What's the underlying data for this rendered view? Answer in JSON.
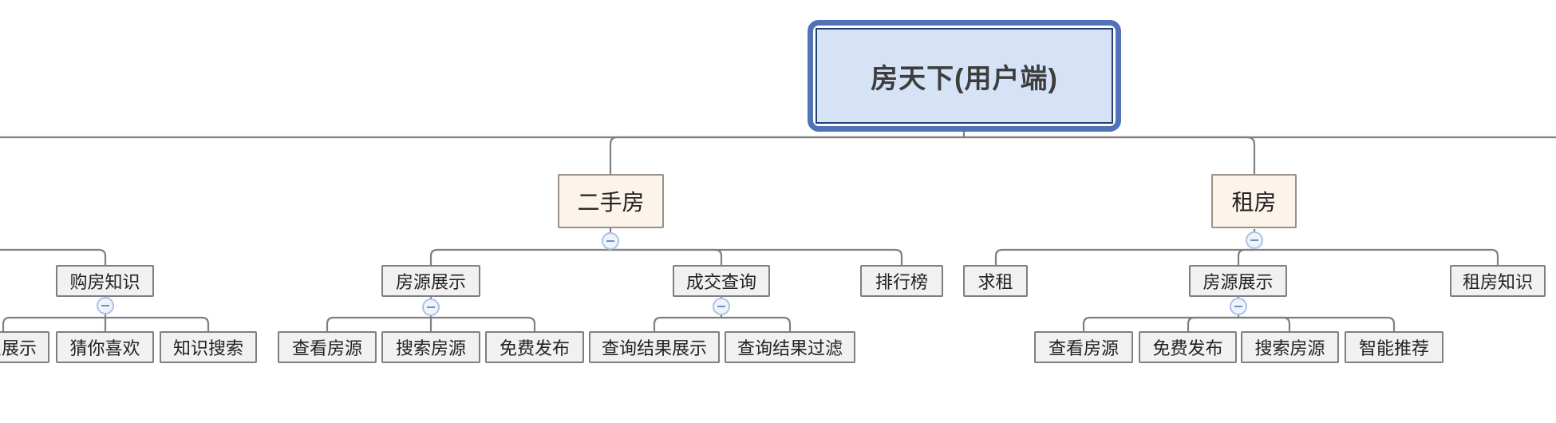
{
  "colors": {
    "canvas_bg": "#ffffff",
    "line": "#7f7f7f",
    "root_fill": "#d6e2f6",
    "root_border": "#4f72b8",
    "root_inner_border": "#25406e",
    "root_text": "#3d3d3d",
    "branch_fill": "#fcf3ea",
    "branch_border": "#9a9087",
    "node_fill": "#f1f1f1",
    "node_border": "#7f7f7f",
    "node_text": "#222222",
    "collapse_border": "#abc2e6",
    "collapse_fill": "#eff4fb",
    "collapse_glyph": "#6f8fc0"
  },
  "icons": {
    "collapse": "minus"
  },
  "mindmap": {
    "root": {
      "label": "房天下(用户端)"
    },
    "left_clipped_branch": {
      "node": {
        "label": "购房知识"
      },
      "children": [
        {
          "label": "知识展示"
        },
        {
          "label": "猜你喜欢"
        },
        {
          "label": "知识搜索"
        }
      ]
    },
    "ershoufang": {
      "node": {
        "label": "二手房"
      },
      "children": [
        {
          "label": "房源展示",
          "children": [
            {
              "label": "查看房源"
            },
            {
              "label": "搜索房源"
            },
            {
              "label": "免费发布"
            }
          ]
        },
        {
          "label": "成交查询",
          "children": [
            {
              "label": "查询结果展示"
            },
            {
              "label": "查询结果过滤"
            }
          ]
        },
        {
          "label": "排行榜"
        }
      ]
    },
    "zufang": {
      "node": {
        "label": "租房"
      },
      "children": [
        {
          "label": "求租"
        },
        {
          "label": "房源展示",
          "children": [
            {
              "label": "查看房源"
            },
            {
              "label": "免费发布"
            },
            {
              "label": "搜索房源"
            },
            {
              "label": "智能推荐"
            }
          ]
        },
        {
          "label": "租房知识"
        }
      ]
    }
  }
}
